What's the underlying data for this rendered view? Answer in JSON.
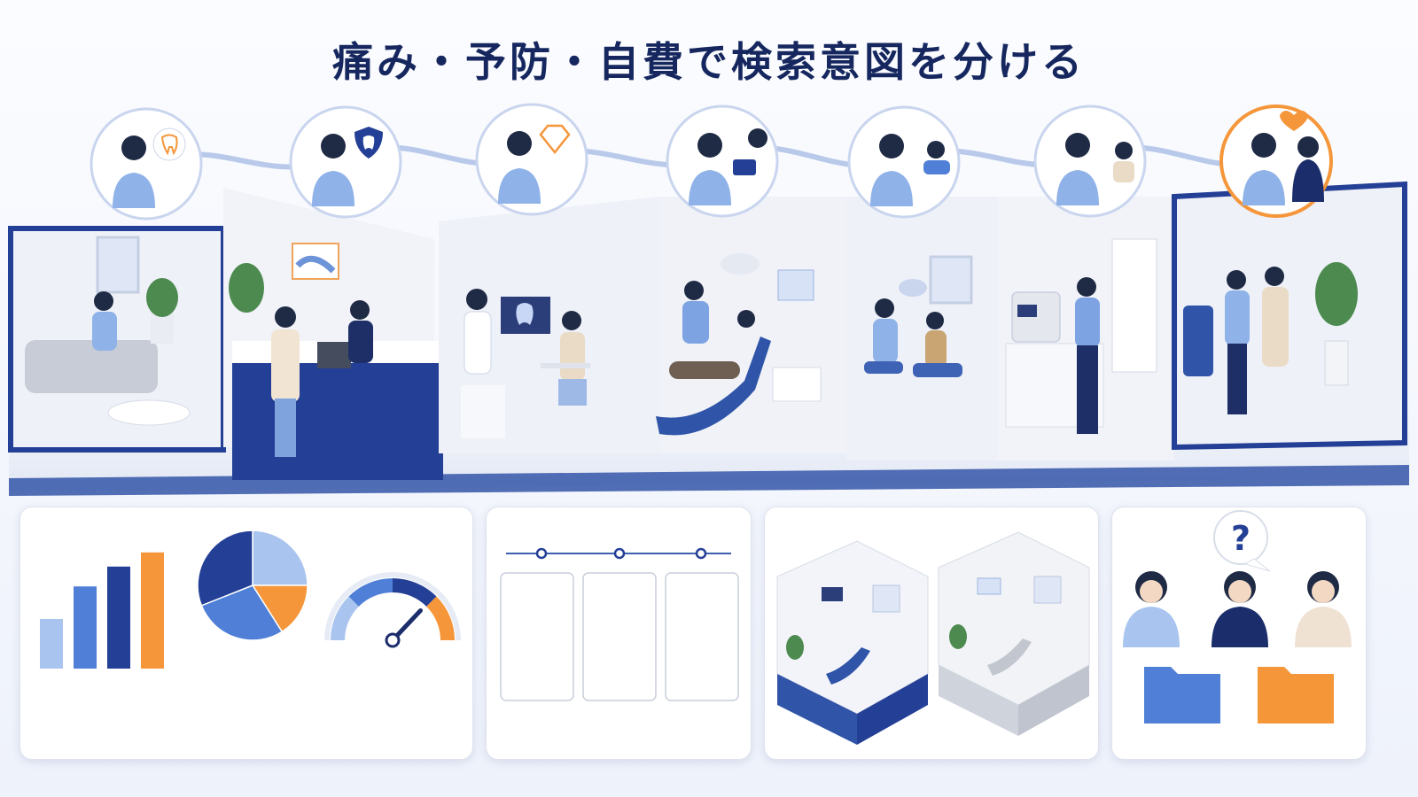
{
  "header": {
    "title": "痛み・予防・自費で検索意図を分ける"
  },
  "colors": {
    "navy": "#243f96",
    "blue": "#4f7fd6",
    "light_blue": "#a9c4ee",
    "orange": "#f5963a",
    "dark_navy": "#1b2d6b"
  },
  "journey": {
    "steps": [
      {
        "icon": "tooth-pain-bubble-icon",
        "scene": "waiting-area"
      },
      {
        "icon": "shield-tooth-icon",
        "scene": "reception-desk"
      },
      {
        "icon": "diamond-icon",
        "scene": "consultation-room"
      },
      {
        "icon": "tablet-explanation-icon",
        "scene": "treatment-chair"
      },
      {
        "icon": "dental-checkup-icon",
        "scene": "hygiene-room"
      },
      {
        "icon": "tooth-cleaning-icon",
        "scene": "sterilization-room"
      },
      {
        "icon": "heart-icon",
        "scene": "exit-area"
      }
    ]
  },
  "panels": {
    "metrics": {
      "bars": [
        0.35,
        0.58,
        0.72,
        0.82
      ],
      "pie": [
        0.25,
        0.16,
        0.28,
        0.31
      ],
      "gauge_level": 0.74
    },
    "timeline": {
      "nodes": 3,
      "cards": 3
    },
    "rooms": {
      "count": 2
    },
    "questions": {
      "people": 3,
      "folders": 2
    }
  }
}
